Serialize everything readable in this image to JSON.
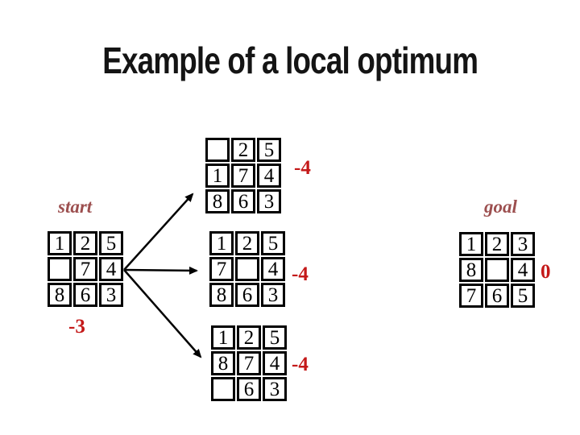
{
  "slide": {
    "title": "Example of a local optimum"
  },
  "labels": {
    "start": "start",
    "goal": "goal"
  },
  "colors": {
    "score_red": "#c41919",
    "label_maroon": "#9c4f4f",
    "ink": "#141414"
  },
  "puzzles": {
    "start": {
      "cells": [
        "1",
        "2",
        "5",
        "",
        "7",
        "4",
        "8",
        "6",
        "3"
      ],
      "score": "-3"
    },
    "succ_top": {
      "cells": [
        "",
        "2",
        "5",
        "1",
        "7",
        "4",
        "8",
        "6",
        "3"
      ],
      "score": "-4"
    },
    "succ_mid": {
      "cells": [
        "1",
        "2",
        "5",
        "7",
        "",
        "4",
        "8",
        "6",
        "3"
      ],
      "score": "-4"
    },
    "succ_bottom": {
      "cells": [
        "1",
        "2",
        "5",
        "8",
        "7",
        "4",
        "",
        "6",
        "3"
      ],
      "score": "-4"
    },
    "goal": {
      "cells": [
        "1",
        "2",
        "3",
        "8",
        "",
        "4",
        "7",
        "6",
        "5"
      ],
      "score": "0"
    }
  }
}
